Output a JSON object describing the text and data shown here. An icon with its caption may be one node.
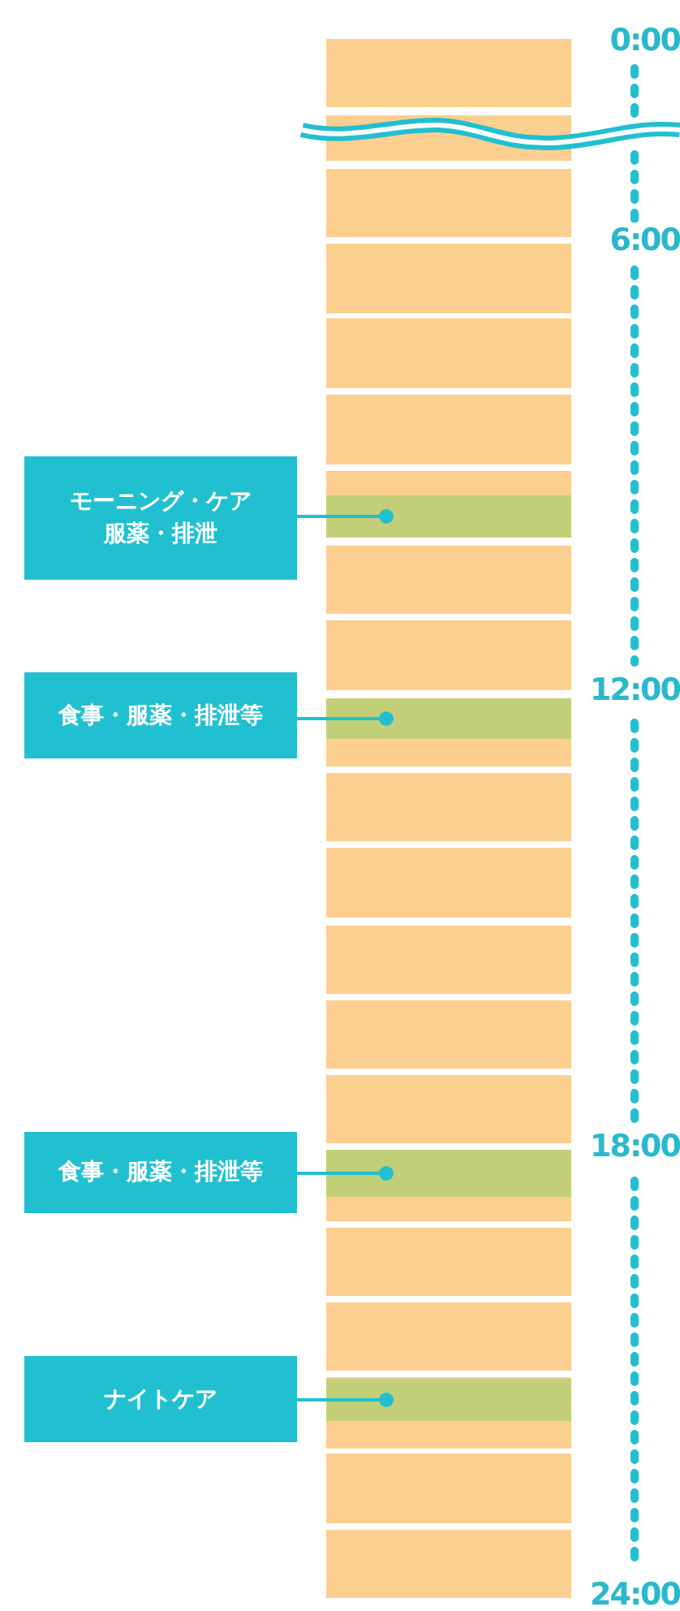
{
  "diagram": {
    "nodes": [
      {
        "text": [
          "モーニング・ケア服薬・排泄"
        ]
      },
      {
        "text": [],
        "shape": "bar"
      },
      {
        "text": [
          "食事・服薬・排泄等"
        ]
      },
      {
        "text": [],
        "shape": "bar"
      },
      {
        "text": [
          "食事・服薬・排泄等"
        ]
      },
      {
        "text": [],
        "shape": "bar"
      },
      {
        "text": [
          "ナイトケア"
        ]
      },
      {
        "text": [],
        "shape": "bar"
      }
    ],
    "edges": [
      {
        "from": 0,
        "to": 1,
        "arrow": "other"
      },
      {
        "from": 2,
        "to": 3,
        "arrow": "other"
      },
      {
        "from": 4,
        "to": 5,
        "arrow": "other"
      },
      {
        "from": 6,
        "to": 7,
        "arrow": "other"
      }
    ],
    "labels": [
      "0:00",
      "6:00",
      "12:00",
      "18:00",
      "24:00"
    ]
  }
}
